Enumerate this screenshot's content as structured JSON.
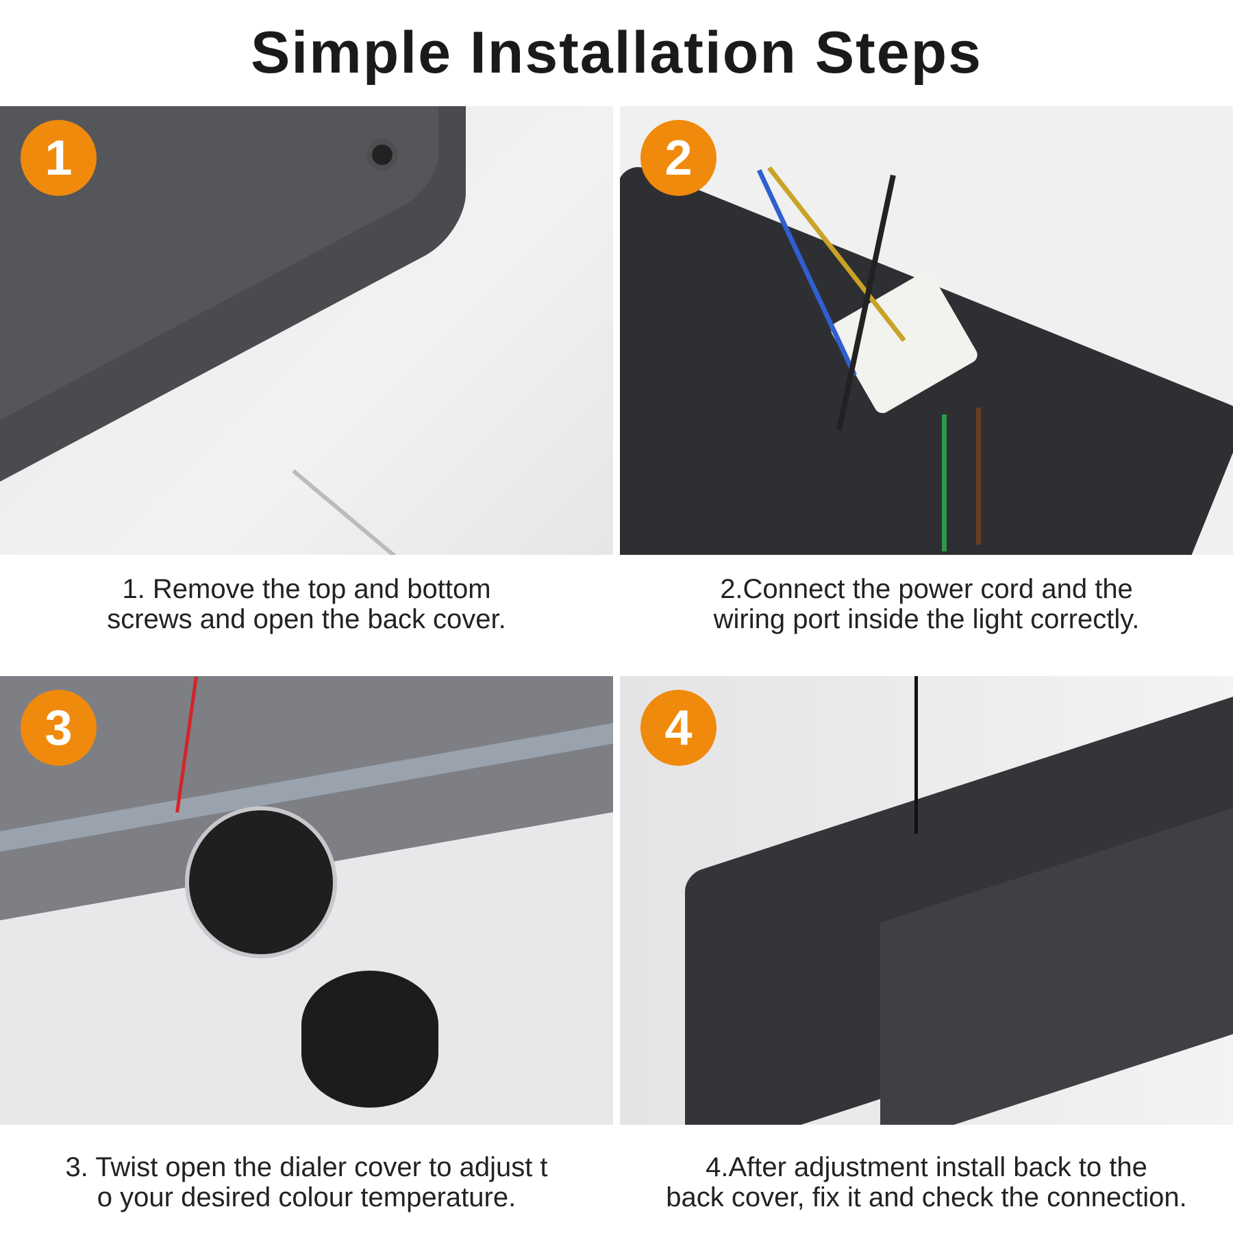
{
  "title": "Simple Installation Steps",
  "steps": [
    {
      "number": "1",
      "caption_line1": "1. Remove the top and bottom",
      "caption_line2": "screws and open the back cover."
    },
    {
      "number": "2",
      "caption_line1": "2.Connect the power cord and the",
      "caption_line2": "wiring port inside the light correctly."
    },
    {
      "number": "3",
      "caption_line1": "3. Twist open the dialer cover to adjust t",
      "caption_line2": "o your desired colour temperature."
    },
    {
      "number": "4",
      "caption_line1": "4.After adjustment install back to the",
      "caption_line2": "back cover, fix it and check the connection."
    }
  ],
  "colors": {
    "badge": "#f08a0c",
    "housing": "#3a3b3e"
  }
}
